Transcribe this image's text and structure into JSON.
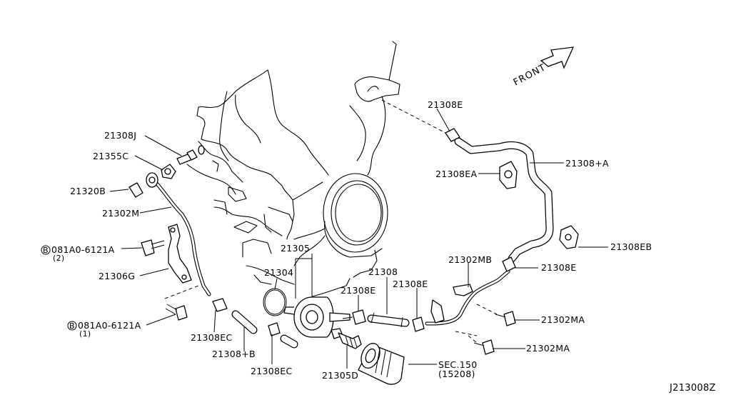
{
  "diagram": {
    "front_label": "FRONT",
    "figure_code": "J213008Z",
    "callouts": [
      {
        "id": "21308E_top",
        "text": "21308E"
      },
      {
        "id": "21308J",
        "text": "21308J"
      },
      {
        "id": "21355C",
        "text": "21355C"
      },
      {
        "id": "21308EA",
        "text": "21308EA"
      },
      {
        "id": "21308A",
        "text": "21308+A"
      },
      {
        "id": "21320B",
        "text": "21320B"
      },
      {
        "id": "21302M",
        "text": "21302M"
      },
      {
        "id": "bolt2",
        "text": "081A0-6121A"
      },
      {
        "id": "21305",
        "text": "21305"
      },
      {
        "id": "21308EB",
        "text": "21308EB"
      },
      {
        "id": "21302MB",
        "text": "21302MB"
      },
      {
        "id": "21304",
        "text": "21304"
      },
      {
        "id": "21306G",
        "text": "21306G"
      },
      {
        "id": "21308",
        "text": "21308"
      },
      {
        "id": "21308E_right",
        "text": "21308E"
      },
      {
        "id": "21308E_mid",
        "text": "21308E"
      },
      {
        "id": "21308E_mid2",
        "text": "21308E"
      },
      {
        "id": "21302MA_1",
        "text": "21302MA"
      },
      {
        "id": "bolt1",
        "text": "081A0-6121A"
      },
      {
        "id": "21308EC_1",
        "text": "21308EC"
      },
      {
        "id": "21302MA_2",
        "text": "21302MA"
      },
      {
        "id": "21308B",
        "text": "21308+B"
      },
      {
        "id": "sec150",
        "text": "SEC.150"
      },
      {
        "id": "sec150_sub",
        "text": "(15208)"
      },
      {
        "id": "21308EC_2",
        "text": "21308EC"
      },
      {
        "id": "21305D",
        "text": "21305D"
      }
    ],
    "bolt_markers": [
      {
        "letter": "B",
        "qty": "(2)"
      },
      {
        "letter": "B",
        "qty": "(1)"
      }
    ]
  }
}
